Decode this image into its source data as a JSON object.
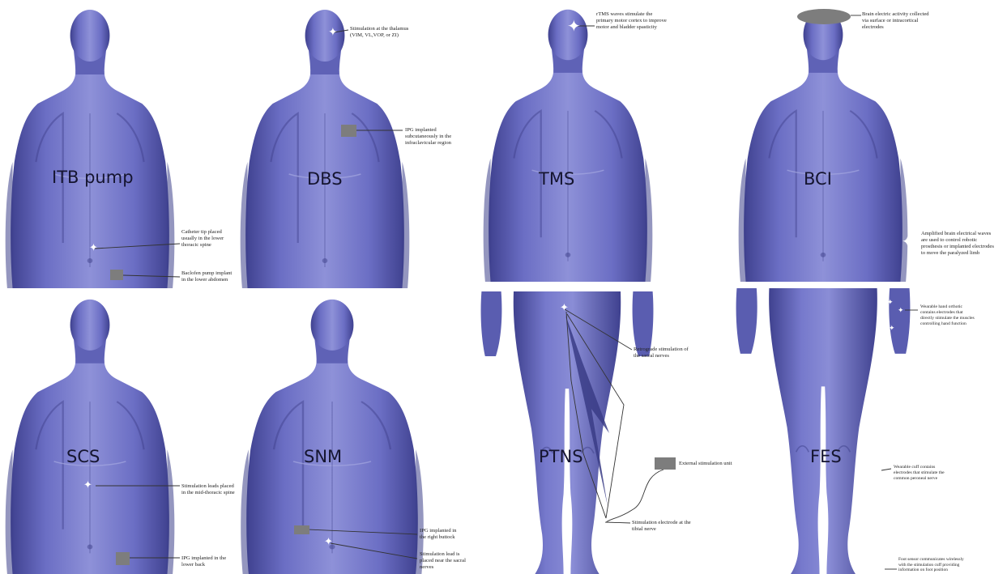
{
  "colors": {
    "skin": "#6a6cc0",
    "skin_dark": "#3d3f8a",
    "skin_light": "#9c9fdc",
    "device": "#7d7d7d",
    "marker": "#ffffff"
  },
  "modalities": {
    "itb": {
      "label": "ITB pump",
      "notes": {
        "catheter": [
          "Catheter tip placed",
          "usually in the lower",
          "thoracic spine"
        ],
        "pump": [
          "Baclofen pump implant",
          "in the lower abdomen"
        ]
      }
    },
    "dbs": {
      "label": "DBS",
      "notes": {
        "stim": [
          "Stimulation at the thalamus",
          "(VIM, VL,VOP, or ZI)"
        ],
        "ipg": [
          "IPG implanted",
          "subcutaneously in the",
          "infraclavicular region"
        ]
      }
    },
    "tms": {
      "label": "TMS",
      "notes": {
        "rtms": [
          "rTMS waves stimulate the",
          "primary motor cortex to improve",
          "motor and bladder spasticity"
        ]
      }
    },
    "bci": {
      "label": "BCI",
      "notes": {
        "collect": [
          "Brain electric activity collected",
          "via surface or intracortical",
          "electrodes"
        ],
        "amplify": [
          "Amplified brain electrical waves",
          "are used to control robotic",
          "prosthesis or implanted electrodes",
          "to move the paralyzed limb"
        ]
      }
    },
    "scs": {
      "label": "SCS",
      "notes": {
        "leads": [
          "Stimulation leads placed",
          "in the mid-thoracic spine"
        ],
        "ipg": [
          "IPG implanted in the",
          "lower back"
        ]
      }
    },
    "snm": {
      "label": "SNM",
      "notes": {
        "ipg": [
          "IPG implanted in",
          "the right buttock"
        ],
        "lead": [
          "Stimulation lead is",
          "placed near the sacral",
          "nerves"
        ]
      }
    },
    "ptns": {
      "label": "PTNS",
      "notes": {
        "retro": [
          "Retrograde stimulation of",
          "the sacral nerves"
        ],
        "unit": [
          "External stimulation unit"
        ],
        "electrode": [
          "Stimulation electrode at the",
          "tibial nerve"
        ]
      }
    },
    "fes": {
      "label": "FES",
      "notes": {
        "hand": [
          "Wearable hand orthotic",
          "contains electrodes that",
          "directly stimulate the muscles",
          "controlling hand function"
        ],
        "cuff": [
          "Wearable cuff contains",
          "electrodes that stimulate the",
          "common peroneal nerve"
        ],
        "foot": [
          "Foot sensor communicates wirelessly",
          "with the stimulation cuff providing",
          "information on foot position"
        ]
      }
    }
  }
}
